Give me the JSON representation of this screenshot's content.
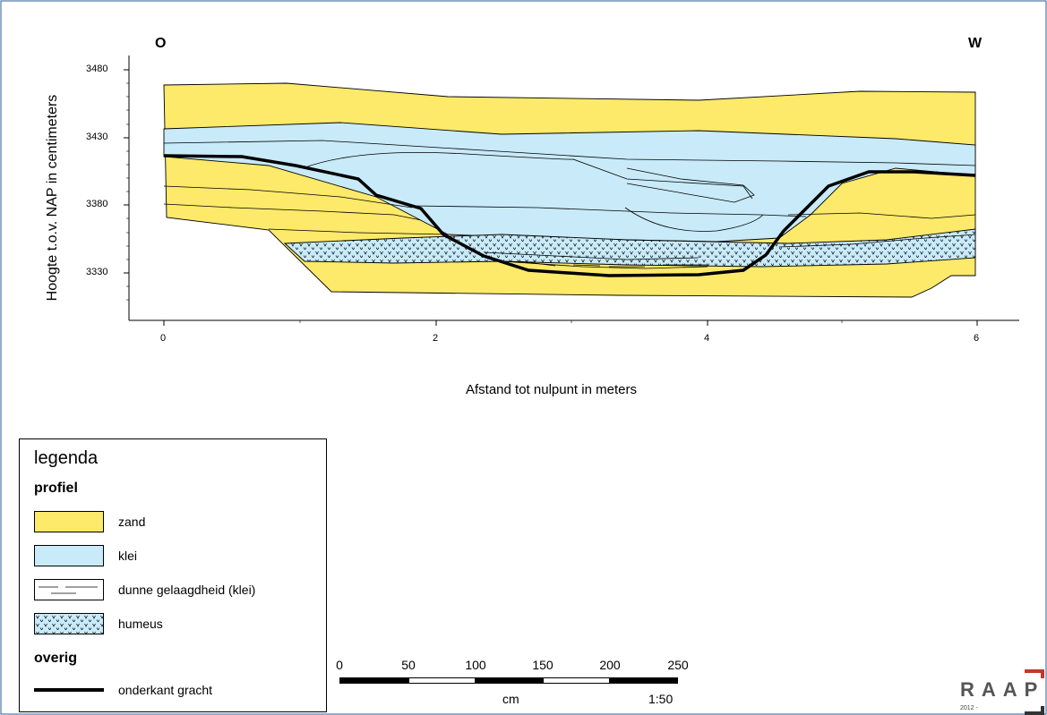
{
  "profile": {
    "left_label": "O",
    "right_label": "W",
    "ylabel": "Hoogte t.o.v. NAP in centimeters",
    "xlabel": "Afstand tot nulpunt in meters",
    "y_ticks": [
      "3480",
      "3430",
      "3380",
      "3330"
    ],
    "x_ticks": [
      "0",
      "2",
      "4",
      "6"
    ],
    "colors": {
      "zand": "#fde96a",
      "klei": "#c8eaf9",
      "line": "#000000",
      "frame": "#2a5a9a"
    }
  },
  "legend": {
    "title": "legenda",
    "section_profiel": "profiel",
    "items": [
      {
        "label": "zand"
      },
      {
        "label": "klei"
      },
      {
        "label": "dunne gelaagdheid (klei)"
      },
      {
        "label": "humeus"
      }
    ],
    "section_overig": "overig",
    "overig_item": "onderkant gracht"
  },
  "scale": {
    "numbers": [
      "0",
      "50",
      "100",
      "150",
      "200",
      "250"
    ],
    "unit": "cm",
    "ratio": "1:50"
  },
  "logo": {
    "text": "RAAP",
    "year": "2012 -"
  }
}
